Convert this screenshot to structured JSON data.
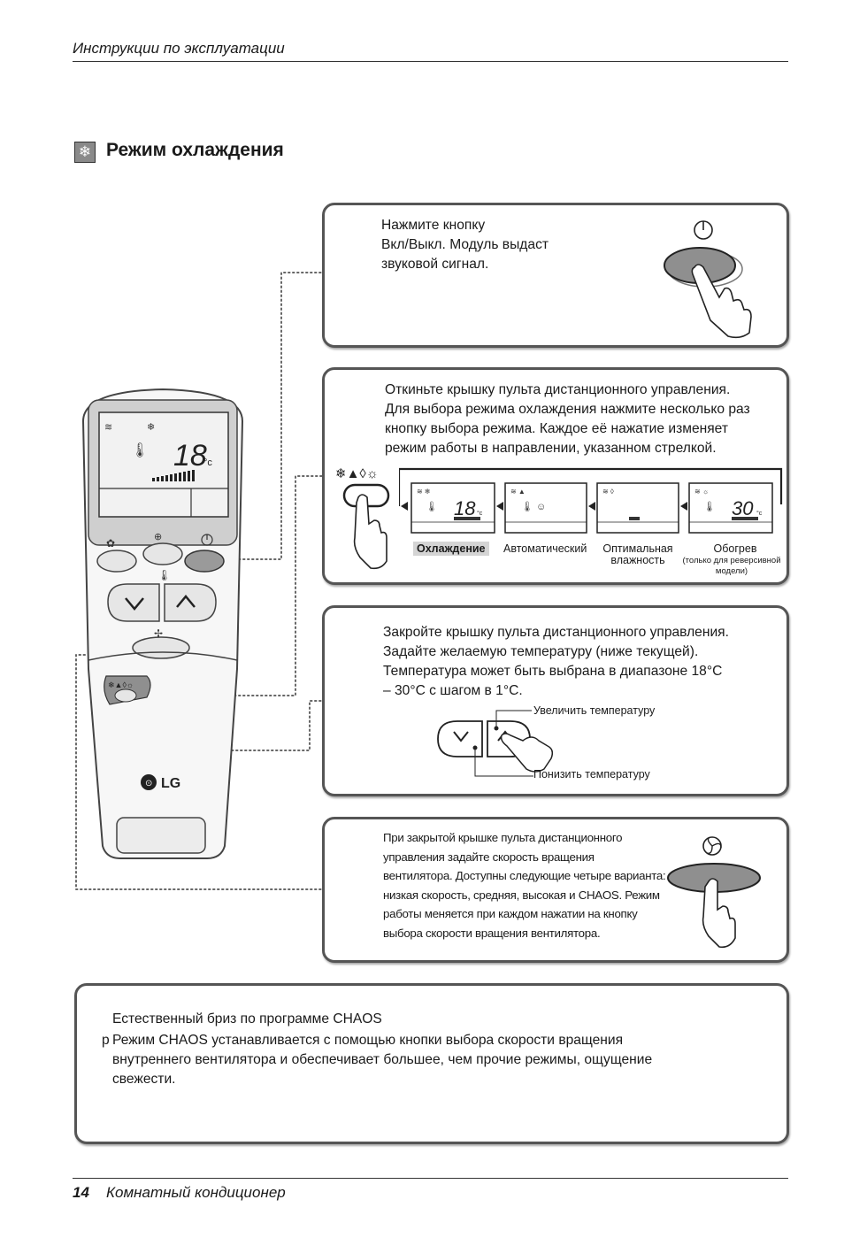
{
  "header": {
    "title": "Инструкции по эксплуатации"
  },
  "section": {
    "title": "Режим охлаждения",
    "icon": "snowflake-icon"
  },
  "step1": {
    "text": "Нажмите кнопку\nВкл/Выкл. Модуль выдаст\nзвуковой сигнал."
  },
  "step2": {
    "text": "Откиньте крышку пульта дистанционного управления.\nДля выбора режима охлаждения нажмите несколько раз\nкнопку выбора режима. Каждое её нажатие изменяет\nрежим работы в направлении, указанном стрелкой.",
    "modes": [
      {
        "label": "Охлаждение",
        "display": "18"
      },
      {
        "label": "Автоматический"
      },
      {
        "label": "Оптимальная\nвлажность"
      },
      {
        "label": "Обогрев",
        "note": "(только для реверсивной\nмодели)",
        "display": "30"
      }
    ]
  },
  "step3": {
    "text": "Закройте крышку пульта дистанционного управления.\nЗадайте желаемую температуру (ниже текущей).\nТемпература может быть выбрана в диапазоне 18°C\n– 30°C с шагом в 1°C.",
    "increase_label": "Увеличить температуру",
    "decrease_label": "Понизить температуру"
  },
  "step4": {
    "text": "При закрытой крышке пульта дистанционного\nуправления задайте скорость вращения\nвентилятора. Доступны следующие четыре варианта:\nнизкая скорость, средняя, высокая и CHAOS. Режим\nработы меняется при каждом нажатии на кнопку\nвыбора скорости вращения вентилятора."
  },
  "remote": {
    "display_temp": "18",
    "unit": "°c",
    "brand": "LG"
  },
  "info": {
    "title": "Естественный бриз по программе CHAOS",
    "bullet_marker": "p",
    "bullet_text": "Режим CHAOS устанавливается с помощью кнопки выбора скорости вращения\nвнутреннего вентилятора и обеспечивает большее, чем прочие режимы, ощущение\nсвежести."
  },
  "footer": {
    "page_number": "14",
    "title": "Комнатный кондиционер"
  }
}
